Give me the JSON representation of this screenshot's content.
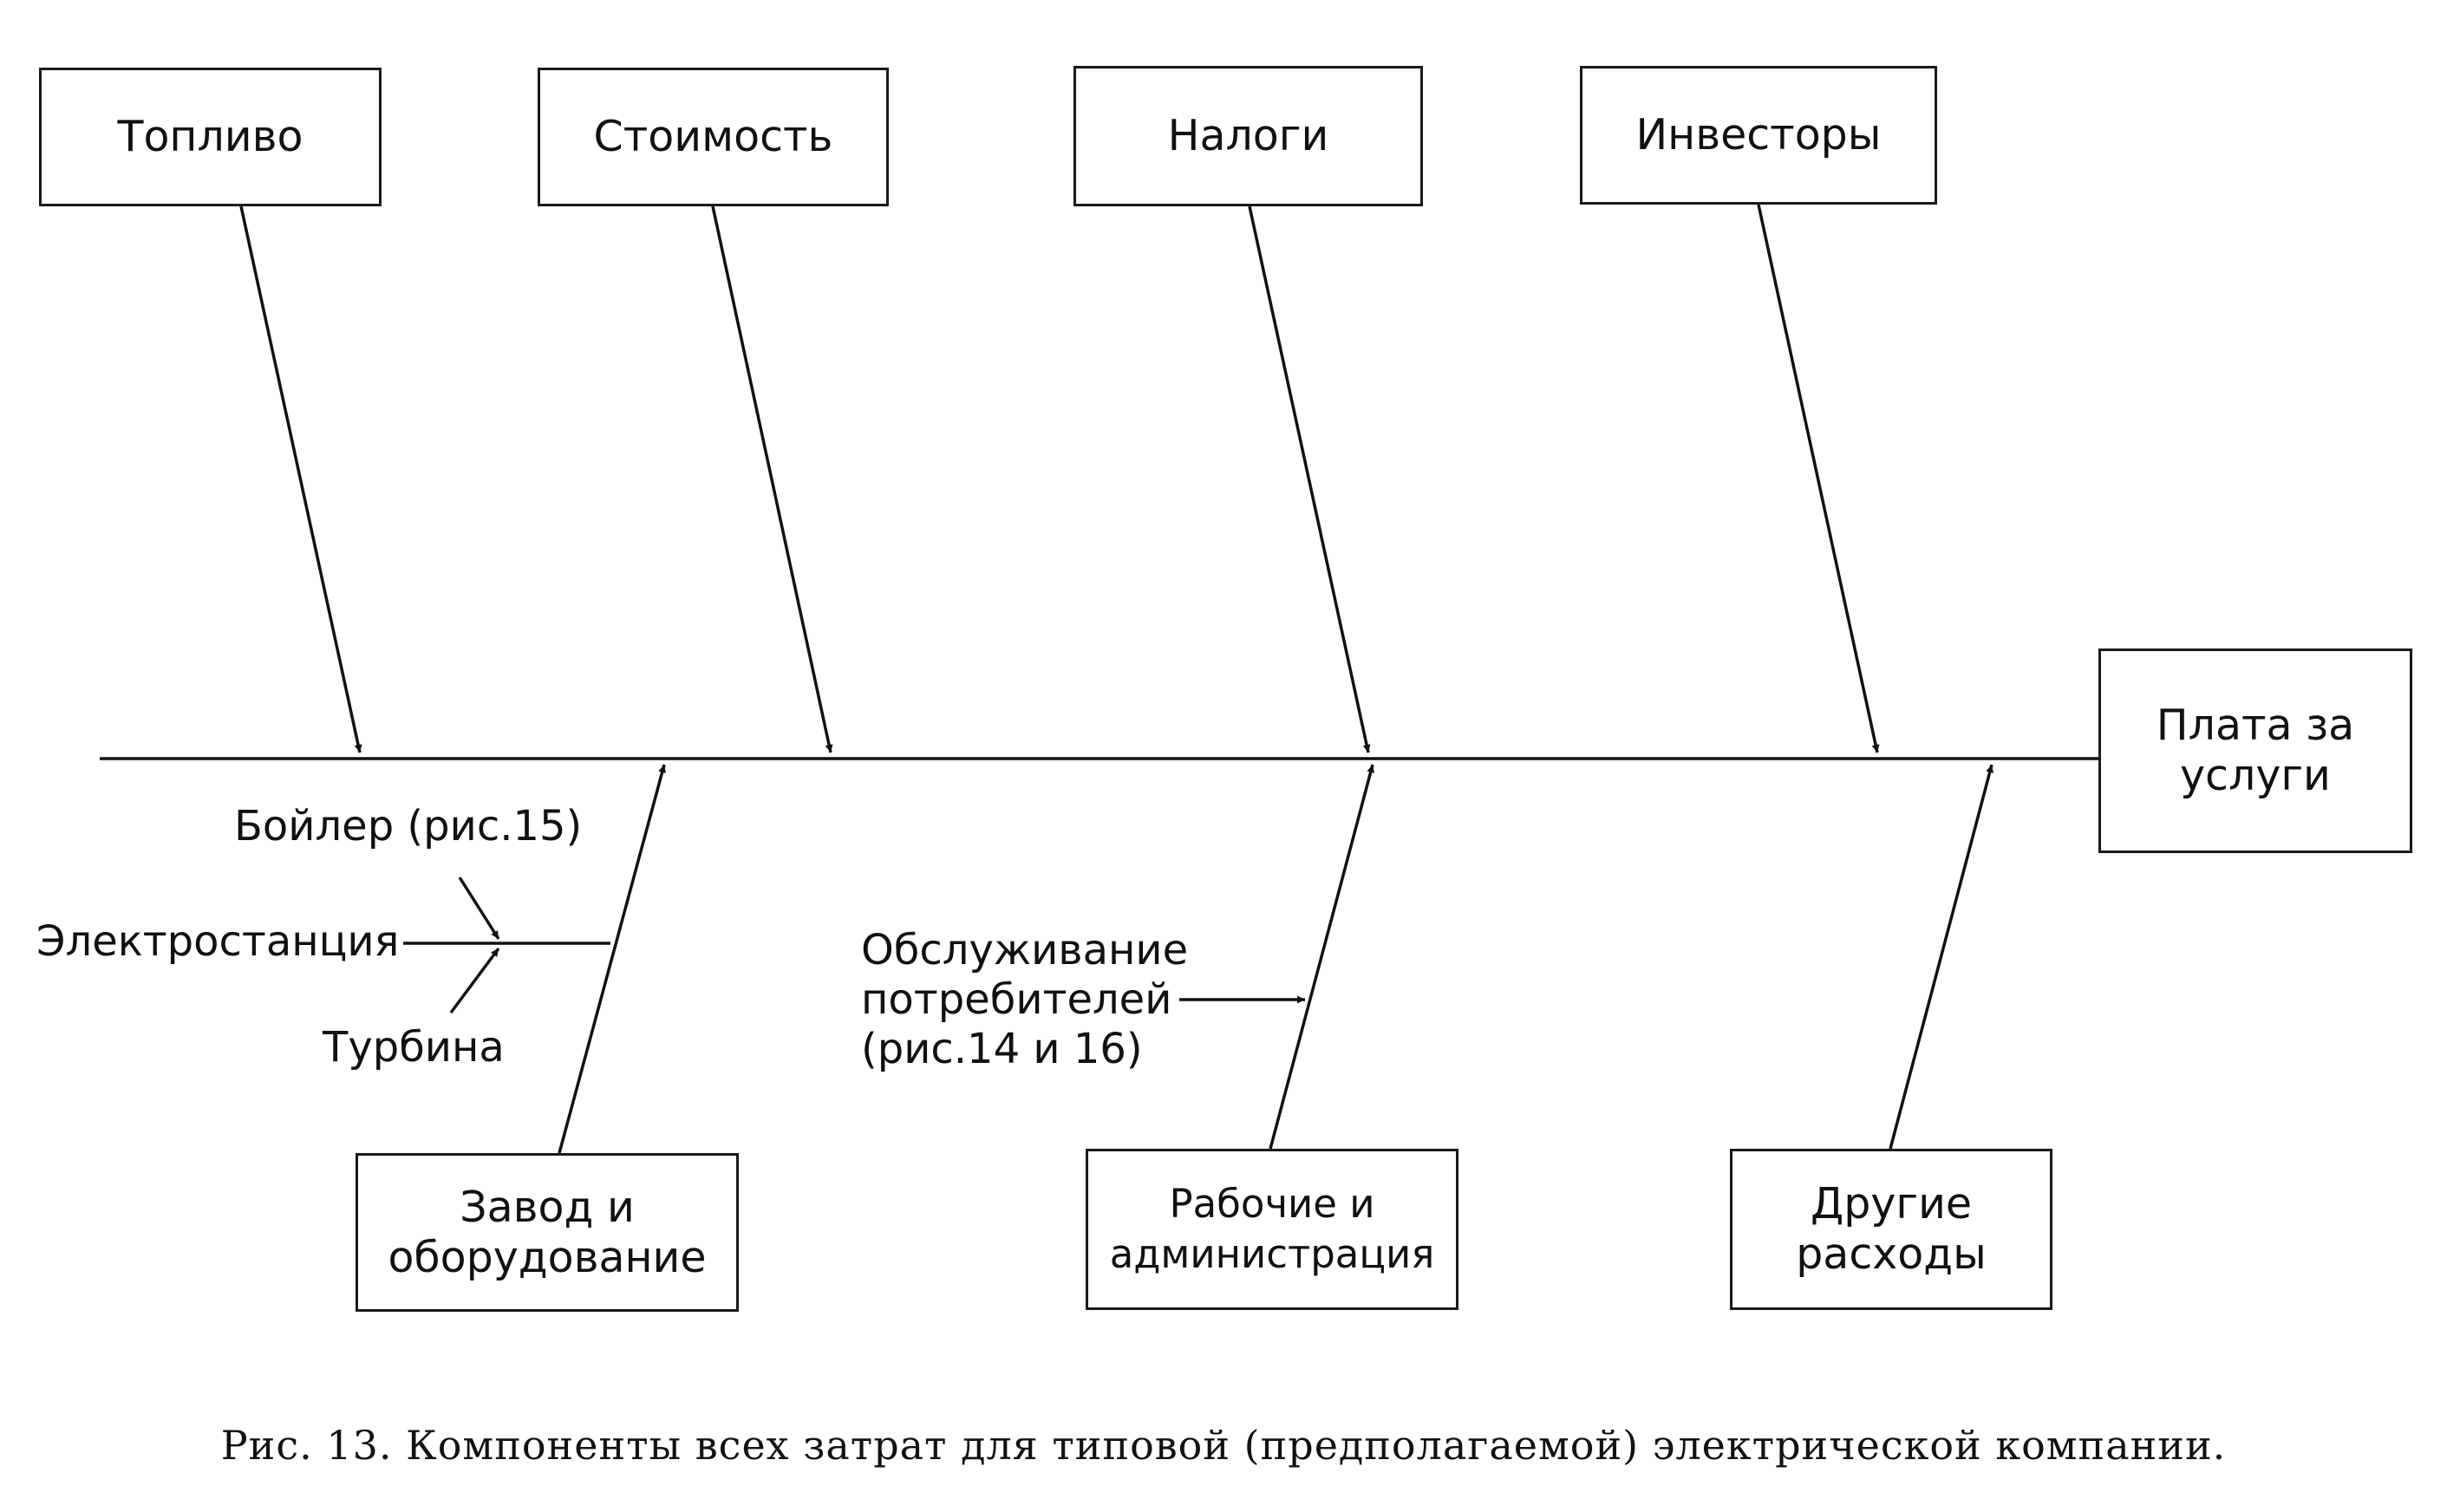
{
  "diagram": {
    "type": "fishbone",
    "effect": "Плата за\nуслуги",
    "top_causes": [
      "Топливо",
      "Стоимость",
      "Налоги",
      "Инвесторы"
    ],
    "bottom_causes": [
      "Завод и\nоборудование",
      "Рабочие и\nадминистрация",
      "Другие\nрасходы"
    ],
    "plant_branch": {
      "label": "Электростанция",
      "sub_causes": [
        "Бойлер (рис.15)",
        "Турбина"
      ]
    },
    "service_branch": {
      "label": "Обслуживание\nпотребителей\n(рис.14 и 16)"
    },
    "caption": "Рис. 13. Компоненты всех затрат для типовой (предполагаемой) электрической компании."
  }
}
